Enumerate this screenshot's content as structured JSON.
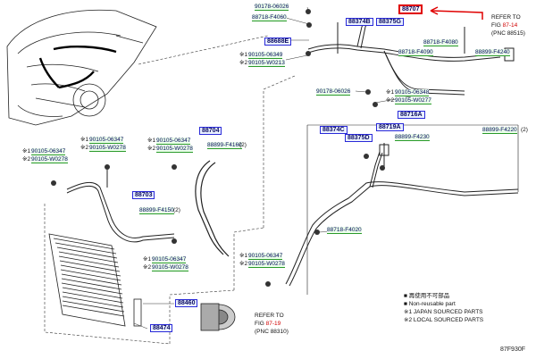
{
  "diagram": {
    "callouts": [
      {
        "text": "88707",
        "highlighted": true
      },
      {
        "text": "88374B"
      },
      {
        "text": "88375G"
      },
      {
        "text": "88688E"
      },
      {
        "text": "88704"
      },
      {
        "text": "88703"
      },
      {
        "text": "88460"
      },
      {
        "text": "88474"
      },
      {
        "text": "88374C"
      },
      {
        "text": "88375D"
      },
      {
        "text": "88719A"
      },
      {
        "text": "88716A"
      }
    ],
    "part_numbers": {
      "p90178_06026_top": "90178-06026",
      "p88718_F4060": "88718-F4060",
      "p90105_06349": "90105-06349",
      "p90105_W0213": "90105-W0213",
      "p88718_F4080": "88718-F4080",
      "p88718_F4090": "88718-F4090",
      "p88899_F4240": "88899-F4240",
      "p90178_06026_mid": "90178-06026",
      "p90105_06348": "90105-06348",
      "p90105_W0277": "90105-W0277",
      "p88899_F4230": "88899-F4230",
      "p88899_F4220": "88899-F4220",
      "p88718_F4020": "88718-F4020",
      "p90105_06347_a": "90105-06347",
      "p90105_W0278_a": "90105-W0278",
      "p90105_06347_b": "90105-06347",
      "p90105_W0278_b": "90105-W0278",
      "p88899_F4160": "88899-F4160",
      "p88899_F4150": "88899-F4150",
      "p90105_06347_c": "90105-06347",
      "p90105_W0278_c": "90105-W0278",
      "p90105_06347_d": "90105-06347",
      "p90105_W0278_d": "90105-W0278",
      "p90105_06347_e": "90105-06347",
      "p90105_W0278_e": "90105-W0278"
    },
    "markers": {
      "star1": "※1",
      "star2": "※2",
      "qty2": "(2)"
    },
    "refs": {
      "top_right": {
        "line1": "REFER TO",
        "line2_prefix": "FIG ",
        "line2_fig": "87-14",
        "line3": "(PNC 88515)"
      },
      "bottom": {
        "line1": "REFER TO",
        "line2_prefix": "FIG ",
        "line2_fig": "87-19",
        "line3": "(PNC 88310)"
      }
    },
    "legend": {
      "jp": "■ 再使用不可部品",
      "nonreusable": "■ Non-reusable part",
      "star1": "※1 JAPAN SOURCED PARTS",
      "star2": "※2 LOCAL SOURCED PARTS"
    },
    "figure_code": "87F930F",
    "colors": {
      "callout_border": "#2a2ad8",
      "highlight": "#e00000",
      "fig_ref": "#d00000"
    }
  }
}
